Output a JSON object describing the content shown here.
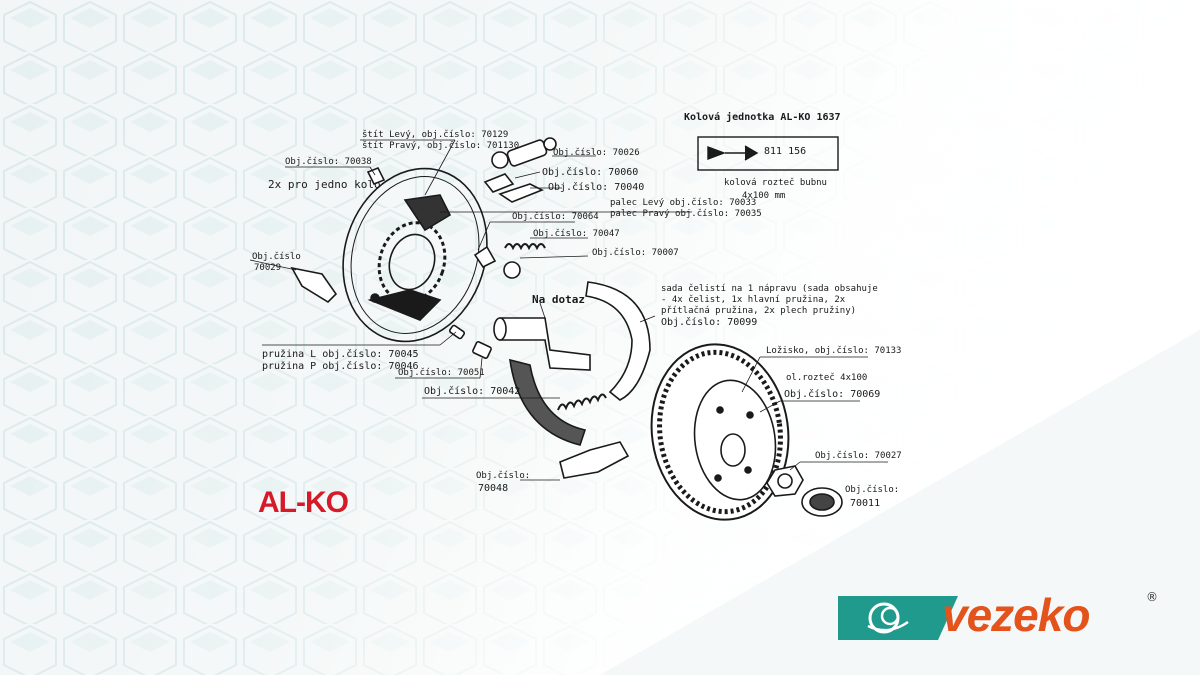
{
  "brand": {
    "alko": "AL-KO",
    "vezeko": "vezeko",
    "registered": "®"
  },
  "header": {
    "title": "Kolová jednotka AL-KO 1637",
    "number": "811 156",
    "pitch_label": "kolová rozteč bubnu",
    "pitch_value": "4x100 mm"
  },
  "labels": {
    "shield_left": "štít Levý, obj.číslo: 70129",
    "shield_right": "štít Pravý, obj.číslo: 701130",
    "p70038": "Obj.číslo: 70038",
    "per_wheel": "2x pro jedno kolo",
    "p70026": "Obj.číslo: 70026",
    "p70060": "Obj.číslo: 70060",
    "p70040": "Obj.číslo: 70040",
    "p70064": "Obj.číslo: 70064",
    "palec_left": "palec Levý obj.číslo: 70033",
    "palec_right": "palec Pravý obj.číslo: 70035",
    "p70047": "Obj.číslo: 70047",
    "p70029_a": "Obj.číslo",
    "p70029_b": "70029",
    "p70007": "Obj.číslo: 70007",
    "na_dotaz": "Na dotaz",
    "set_1": "sada čelistí na 1 nápravu (sada obsahuje",
    "set_2": "- 4x čelist, 1x hlavní pružina, 2x",
    "set_3": "přítlačná pružina, 2x plech pružiny)",
    "set_4": "Obj.číslo: 70099",
    "spring_l": "pružina L obj.číslo: 70045",
    "spring_p": "pružina P obj.číslo: 70046",
    "p70051": "Obj.číslo: 70051",
    "p70042": "Obj.číslo: 70042",
    "bearing": "Ložisko, obj.číslo: 70133",
    "drum_1": "ol.rozteč 4x100",
    "drum_2": "Obj.číslo: 70069",
    "p70027": "Obj.číslo: 70027",
    "p70011_a": "Obj.číslo:",
    "p70011_b": "70011",
    "p70048_a": "Obj.číslo:",
    "p70048_b": "70048"
  }
}
